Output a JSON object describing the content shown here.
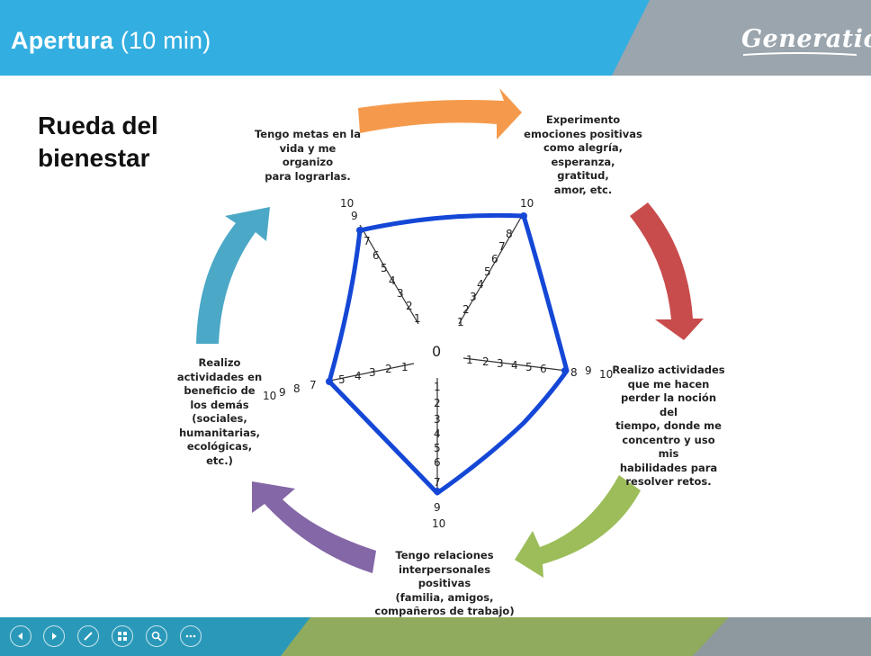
{
  "slide": {
    "title_bold": "Apertura",
    "title_rest": " (10 min)",
    "logo": "Generation"
  },
  "heading": {
    "line1": "Rueda del",
    "line2": "bienestar"
  },
  "wheel": {
    "center": "0",
    "labels": {
      "top_left": [
        "Tengo metas en la",
        "vida y me organizo",
        "para lograrlas."
      ],
      "top_right": [
        "Experimento",
        "emociones positivas",
        "como alegría,",
        "esperanza, gratitud,",
        "amor, etc."
      ],
      "right": [
        "Realizo actividades",
        "que me hacen",
        "perder la noción del",
        "tiempo, donde me",
        "concentro y uso mis",
        "habilidades para",
        "resolver retos."
      ],
      "bottom": [
        "Tengo relaciones",
        "interpersonales positivas",
        "(familia, amigos,",
        "compañeros de trabajo)"
      ],
      "left": [
        "Realizo",
        "actividades en",
        "beneficio de",
        "los demás",
        "(sociales,",
        "humanitarias,",
        "ecológicas,",
        "etc.)"
      ]
    },
    "scale": [
      "1",
      "2",
      "3",
      "4",
      "5",
      "6",
      "7",
      "8",
      "9",
      "10"
    ],
    "arrow_colors": [
      "#f59a4c",
      "#c94c4c",
      "#9dbd5a",
      "#8467a6",
      "#4ba8c6"
    ],
    "polygon_color": "#1447d6"
  },
  "controls": [
    "previous-icon",
    "next-icon",
    "pen-icon",
    "slides-icon",
    "zoom-icon",
    "more-icon"
  ]
}
